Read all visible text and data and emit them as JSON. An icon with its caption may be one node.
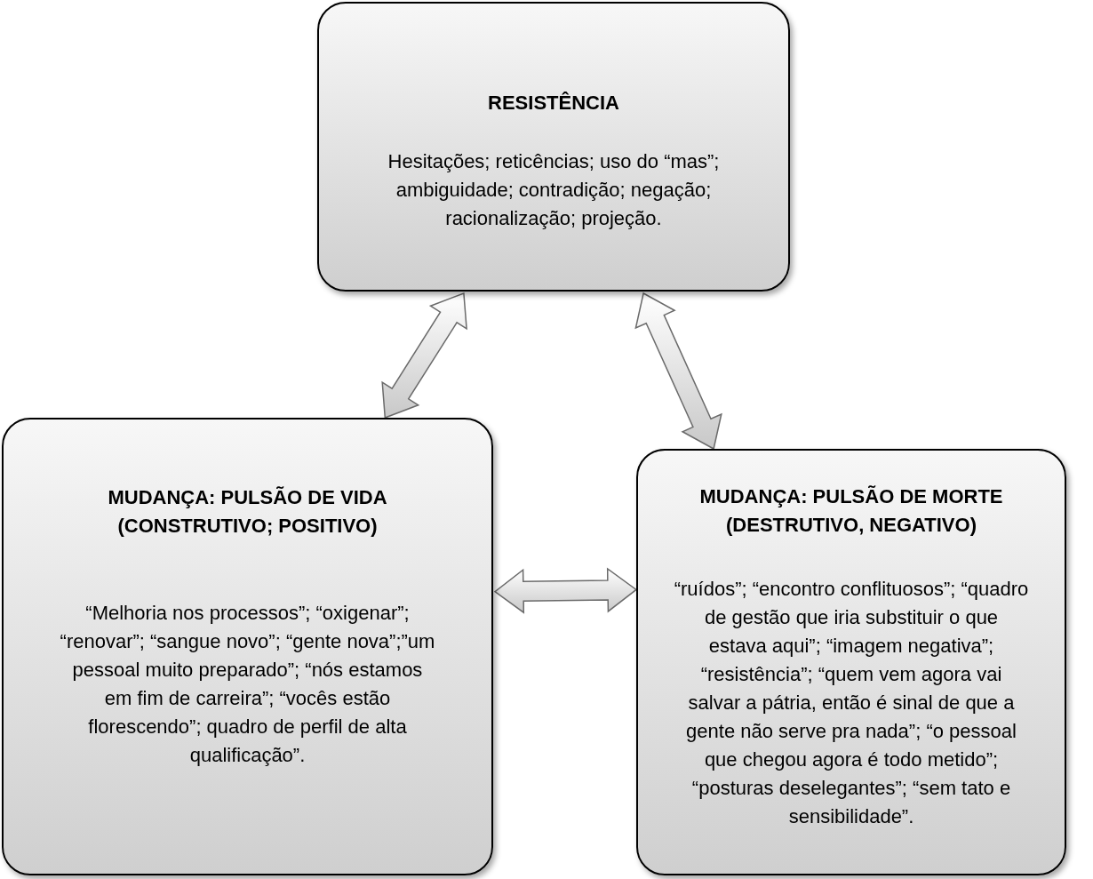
{
  "diagram": {
    "nodes": [
      {
        "text": [
          "RESISTÊNCIA",
          "Hesitações; reticências; uso do “mas”; ambiguidade; contradição; negação; racionalização; projeção."
        ]
      },
      {
        "text": [
          "MUDANÇA: PULSÃO DE VIDA (CONSTRUTIVO; POSITIVO)",
          "“Melhoria nos processos”; “oxigenar”; “renovar”; “sangue novo”; “gente nova”;”um pessoal muito preparado”; “nós estamos em fim de carreira”; “vocês estão florescendo”; quadro de perfil de alta qualificação”."
        ]
      },
      {
        "text": [
          "MUDANÇA: PULSÃO DE MORTE (DESTRUTIVO, NEGATIVO)",
          "“ruídos”; “encontro conflituosos”; “quadro de gestão que iria substituir o que estava aqui”; “imagem negativa”; “resistência”; “quem vem agora vai salvar a pátria, então é sinal de que a gente não serve pra nada”; “o pessoal que chegou agora é todo metido”; “posturas deselegantes”; “sem tato e sensibilidade”."
        ]
      }
    ],
    "edges": [
      {
        "from": 1,
        "to": 0,
        "arrow": "both"
      },
      {
        "from": 0,
        "to": 2,
        "arrow": "both"
      },
      {
        "from": 1,
        "to": 2,
        "arrow": "both"
      }
    ]
  }
}
